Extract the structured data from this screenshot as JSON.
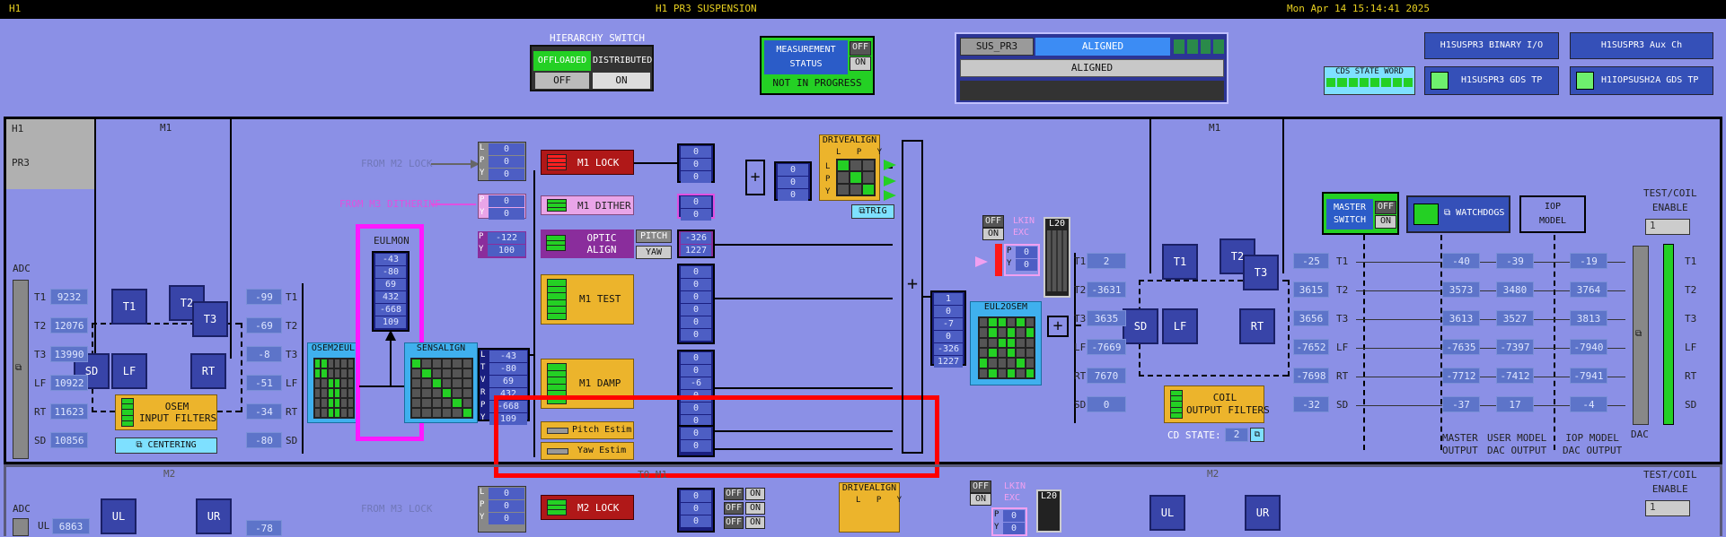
{
  "topbar": {
    "site": "H1",
    "title": "H1 PR3 SUSPENSION",
    "datetime": "Mon Apr 14 15:14:41 2025"
  },
  "hierarchy": {
    "title": "HIERARCHY SWITCH",
    "offloaded": "OFFLOADED",
    "distributed": "DISTRIBUTED",
    "off": "OFF",
    "on": "ON"
  },
  "measurement": {
    "line1": "MEASUREMENT",
    "line2": "STATUS",
    "off": "OFF",
    "on": "ON",
    "state": "NOT IN PROGRESS"
  },
  "guardian": {
    "name": "SUS_PR3",
    "state": "ALIGNED",
    "request": "ALIGNED"
  },
  "right_buttons": {
    "binary_io": "H1SUSPR3 BINARY I/O",
    "aux": "H1SUSPR3 Aux Ch",
    "gds_tp": "H1SUSPR3 GDS TP",
    "iop_gds": "H1IOPSUSH2A GDS TP",
    "cds_state": "CDS STATE WORD"
  },
  "m1": {
    "site": "H1",
    "optic": "PR3",
    "stage_left": "M1",
    "stage_right": "M1",
    "adc": "ADC",
    "adc_labels": [
      "T1",
      "T2",
      "T3",
      "LF",
      "RT",
      "SD"
    ],
    "adc_values": [
      "9232",
      "12076",
      "13990",
      "10922",
      "11623",
      "10856"
    ],
    "osem_in": [
      "-99",
      "-69",
      "-8",
      "-51",
      "-34",
      "-80"
    ],
    "osem_in_labels": [
      "T1",
      "T2",
      "T3",
      "LF",
      "RT",
      "SD"
    ],
    "osem_input_filters": [
      "OSEM",
      "INPUT FILTERS"
    ],
    "centering": "CENTERING",
    "osem2eul": "OSEM2EUL",
    "sensalign": "SENSALIGN",
    "eulmon": "EULMON",
    "eulmon_values": [
      "-43",
      "-80",
      "69",
      "432",
      "-668",
      "109"
    ],
    "dof_labels": [
      "L",
      "T",
      "V",
      "R",
      "P",
      "Y"
    ],
    "dof_values": [
      "-43",
      "-80",
      "69",
      "432",
      "-668",
      "109"
    ],
    "from_m2_lock": "FROM M2 LOCK",
    "from_m3_dither": "FROM M3 DITHERINF",
    "lock_lpy": [
      "L",
      "P",
      "Y"
    ],
    "lock_vals": [
      "0",
      "0",
      "0"
    ],
    "m1_lock": "M1 LOCK",
    "dither_py": [
      "P",
      "Y"
    ],
    "dither_vals": [
      "0",
      "0"
    ],
    "m1_dither": "M1 DITHER",
    "oa_py": [
      "P",
      "Y"
    ],
    "oa_vals": [
      "-122",
      "100"
    ],
    "optic_align": [
      "OPTIC",
      "ALIGN"
    ],
    "pitch": "PITCH",
    "yaw": "YAW",
    "oa_out": [
      "-326",
      "1227"
    ],
    "m1_test": "M1 TEST",
    "m1_damp": "M1 DAMP",
    "pitch_estim": "Pitch Estim",
    "yaw_estim": "Yaw Estim",
    "lock_out": [
      "0",
      "0",
      "0"
    ],
    "sum_out": [
      "0",
      "0",
      "0"
    ],
    "dither_out": [
      "0",
      "0"
    ],
    "test_out": [
      "0",
      "0",
      "0",
      "0",
      "0",
      "0"
    ],
    "damp_out": [
      "0",
      "0",
      "-6",
      "0",
      "0",
      "0"
    ],
    "estim_out": [
      "0",
      "0",
      "0",
      "0"
    ],
    "drivealign": "DRIVEALIGN",
    "da_cols": [
      "L",
      "P",
      "Y"
    ],
    "da_rows": [
      "L",
      "P",
      "Y"
    ],
    "trig": "TRIG",
    "sum_vals": [
      "1",
      "0",
      "-7",
      "0",
      "-326",
      "1227"
    ],
    "off": "OFF",
    "on": "ON",
    "lkin_exc": [
      "LKIN",
      "EXC"
    ],
    "lkin_py": [
      "P",
      "Y"
    ],
    "lkin_vals": [
      "0",
      "0"
    ],
    "l20": "L20",
    "eul2osem": "EUL2OSEM",
    "out_labels": [
      "T1",
      "T2",
      "T3",
      "LF",
      "RT",
      "SD"
    ],
    "eul2osem_vals": [
      "2",
      "-3631",
      "3635",
      "-7669",
      "7670",
      "0"
    ],
    "coil_in": [
      "-25",
      "3615",
      "3656",
      "-7652",
      "-7698",
      "-32"
    ],
    "coil_labels": [
      "T1",
      "T2",
      "T3",
      "LF",
      "RT",
      "SD"
    ],
    "coil_output_filters": [
      "COIL",
      "OUTPUT FILTERS"
    ],
    "cd_state_label": "CD STATE:",
    "cd_state": "2",
    "master_switch": [
      "MASTER",
      "SWITCH"
    ],
    "watchdogs": "WATCHDOGS",
    "iop_model": [
      "IOP",
      "MODEL"
    ],
    "master_out": [
      "-40",
      "3573",
      "3613",
      "-7635",
      "-7712",
      "-37"
    ],
    "user_model": [
      "-39",
      "3480",
      "3527",
      "-7397",
      "-7412",
      "17"
    ],
    "iop_out": [
      "-19",
      "3764",
      "3813",
      "-7940",
      "-7941",
      "-4"
    ],
    "col_heads": [
      [
        "MASTER",
        "OUTPUT"
      ],
      [
        "USER MODEL",
        "DAC OUTPUT"
      ],
      [
        "IOP MODEL",
        "DAC OUTPUT"
      ]
    ],
    "dac": "DAC",
    "test_coil": [
      "TEST/COIL",
      "ENABLE"
    ],
    "tc_value": "1",
    "tc_labels": [
      "T1",
      "T2",
      "T3",
      "LF",
      "RT",
      "SD"
    ],
    "to_m1": "TO M1"
  },
  "m2": {
    "stage_left": "M2",
    "stage_right": "M2",
    "adc": "ADC",
    "ul": "UL",
    "ur": "UR",
    "adc_ul": "6863",
    "in_ul": "-78",
    "from_m3_lock": "FROM M3 LOCK",
    "lpy": [
      "L",
      "P",
      "Y"
    ],
    "vals": [
      "0",
      "0",
      "0"
    ],
    "m2_lock": "M2 LOCK",
    "drivealign": "DRIVEALIGN",
    "da_cols": [
      "L",
      "P",
      "Y"
    ],
    "offon": [
      "OFF",
      "ON"
    ],
    "lkin_exc": [
      "LKIN",
      "EXC"
    ],
    "lkin_py": [
      "P",
      "Y"
    ],
    "lkin_vals": [
      "0",
      "0"
    ],
    "l20": "L20",
    "out_vals": [
      "0",
      "0",
      "0"
    ],
    "ul_lbl": "UL",
    "test_coil": [
      "TEST/COIL",
      "ENABLE"
    ],
    "tc_value": "1"
  },
  "colors": {
    "background": "#8b90e6",
    "highlight_magenta": "#ff18ff",
    "highlight_red": "#ff0000",
    "green": "#24d024"
  }
}
